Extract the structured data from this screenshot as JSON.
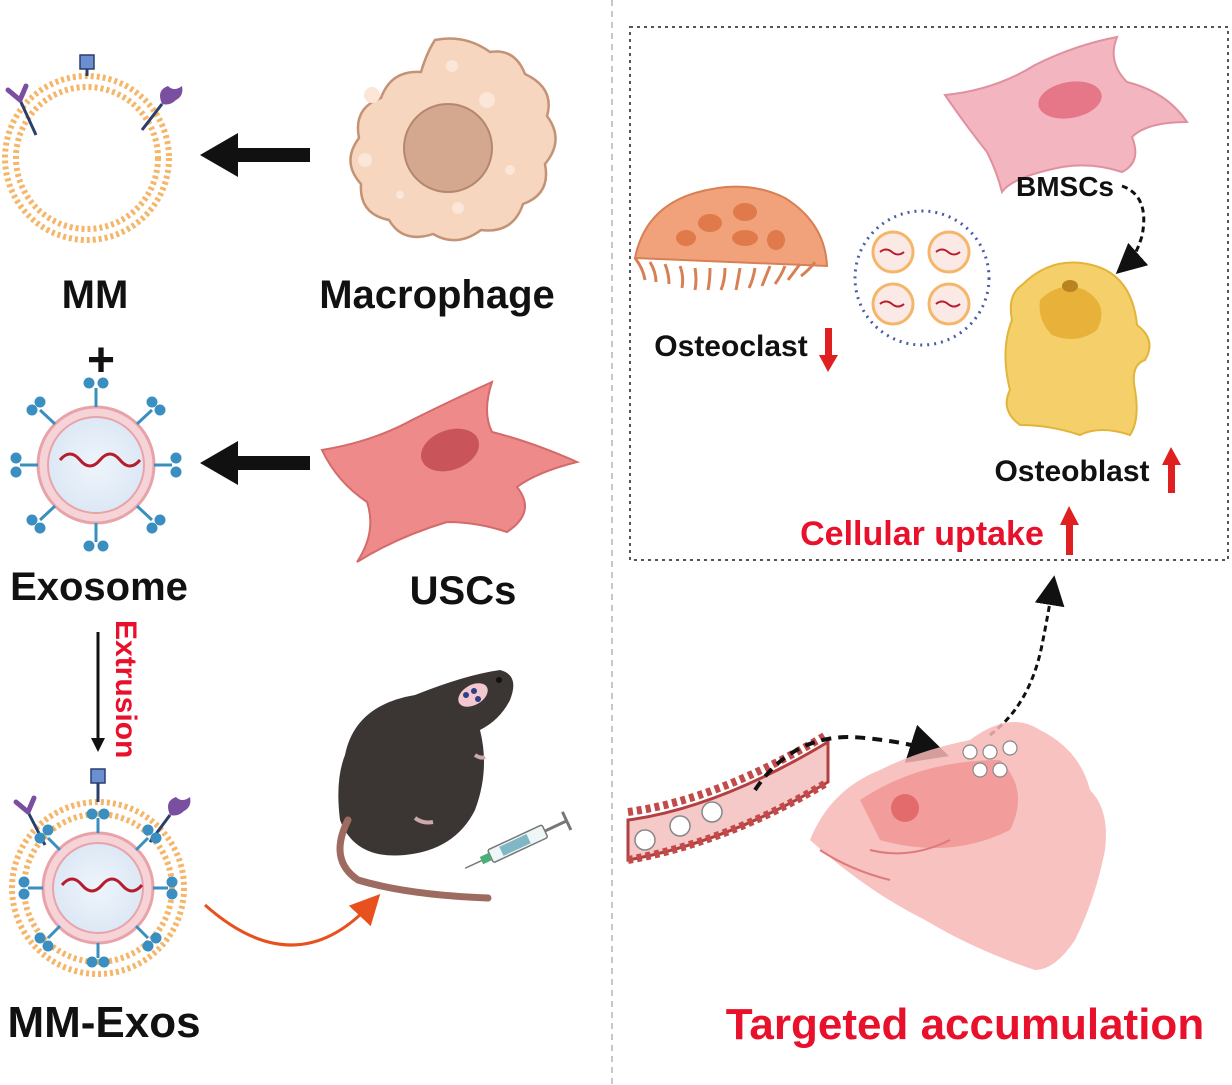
{
  "labels": {
    "mm": "MM",
    "macrophage": "Macrophage",
    "plus": "+",
    "exosome": "Exosome",
    "uscs": "USCs",
    "extrusion": "Extrusion",
    "mm_exos": "MM-Exos",
    "bmscs": "BMSCs",
    "osteoclast": "Osteoclast",
    "osteoblast": "Osteoblast",
    "cellular_uptake": "Cellular uptake",
    "targeted_accumulation": "Targeted accumulation"
  },
  "colors": {
    "text": "#111111",
    "accent_red": "#e8102a",
    "arrow_red": "#e02020",
    "membrane_orange": "#f5b66a",
    "receptor_blue": "#3a8fc0",
    "protein_purple": "#7b4fa0",
    "macrophage_fill": "#f7d6c0",
    "usc_fill": "#ee8a8a",
    "bmsc_fill": "#f3b5c0",
    "osteoclast_fill": "#f2a27a",
    "osteoblast_fill": "#f5d06a",
    "mouse_fill": "#3b3634"
  },
  "indicators": {
    "osteoclast": "down",
    "osteoblast": "up",
    "cellular_uptake": "up"
  }
}
